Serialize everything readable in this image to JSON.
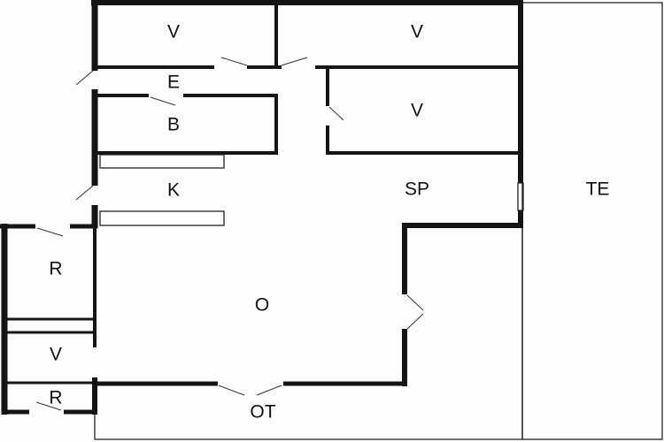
{
  "plan": {
    "rooms": {
      "v_top_left": "V",
      "v_top_right": "V",
      "e": "E",
      "b": "B",
      "v_mid": "V",
      "k": "K",
      "sp": "SP",
      "te": "TE",
      "r_upper": "R",
      "o": "O",
      "v_left": "V",
      "r_lower": "R",
      "ot": "OT"
    }
  }
}
